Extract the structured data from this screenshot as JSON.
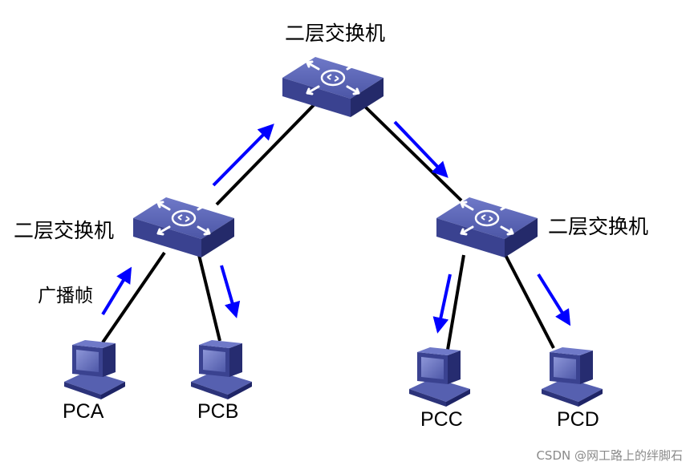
{
  "switches": {
    "top": "二层交换机",
    "left": "二层交换机",
    "right": "二层交换机"
  },
  "hosts": {
    "a": "PCA",
    "b": "PCB",
    "c": "PCC",
    "d": "PCD"
  },
  "frame_label": "广播帧",
  "watermark": "CSDN @网工路上的绊脚石",
  "colors": {
    "switch_top": "#5a64b4",
    "switch_side": "#2c337a",
    "arrow": "#0000ff",
    "link": "#000000"
  }
}
